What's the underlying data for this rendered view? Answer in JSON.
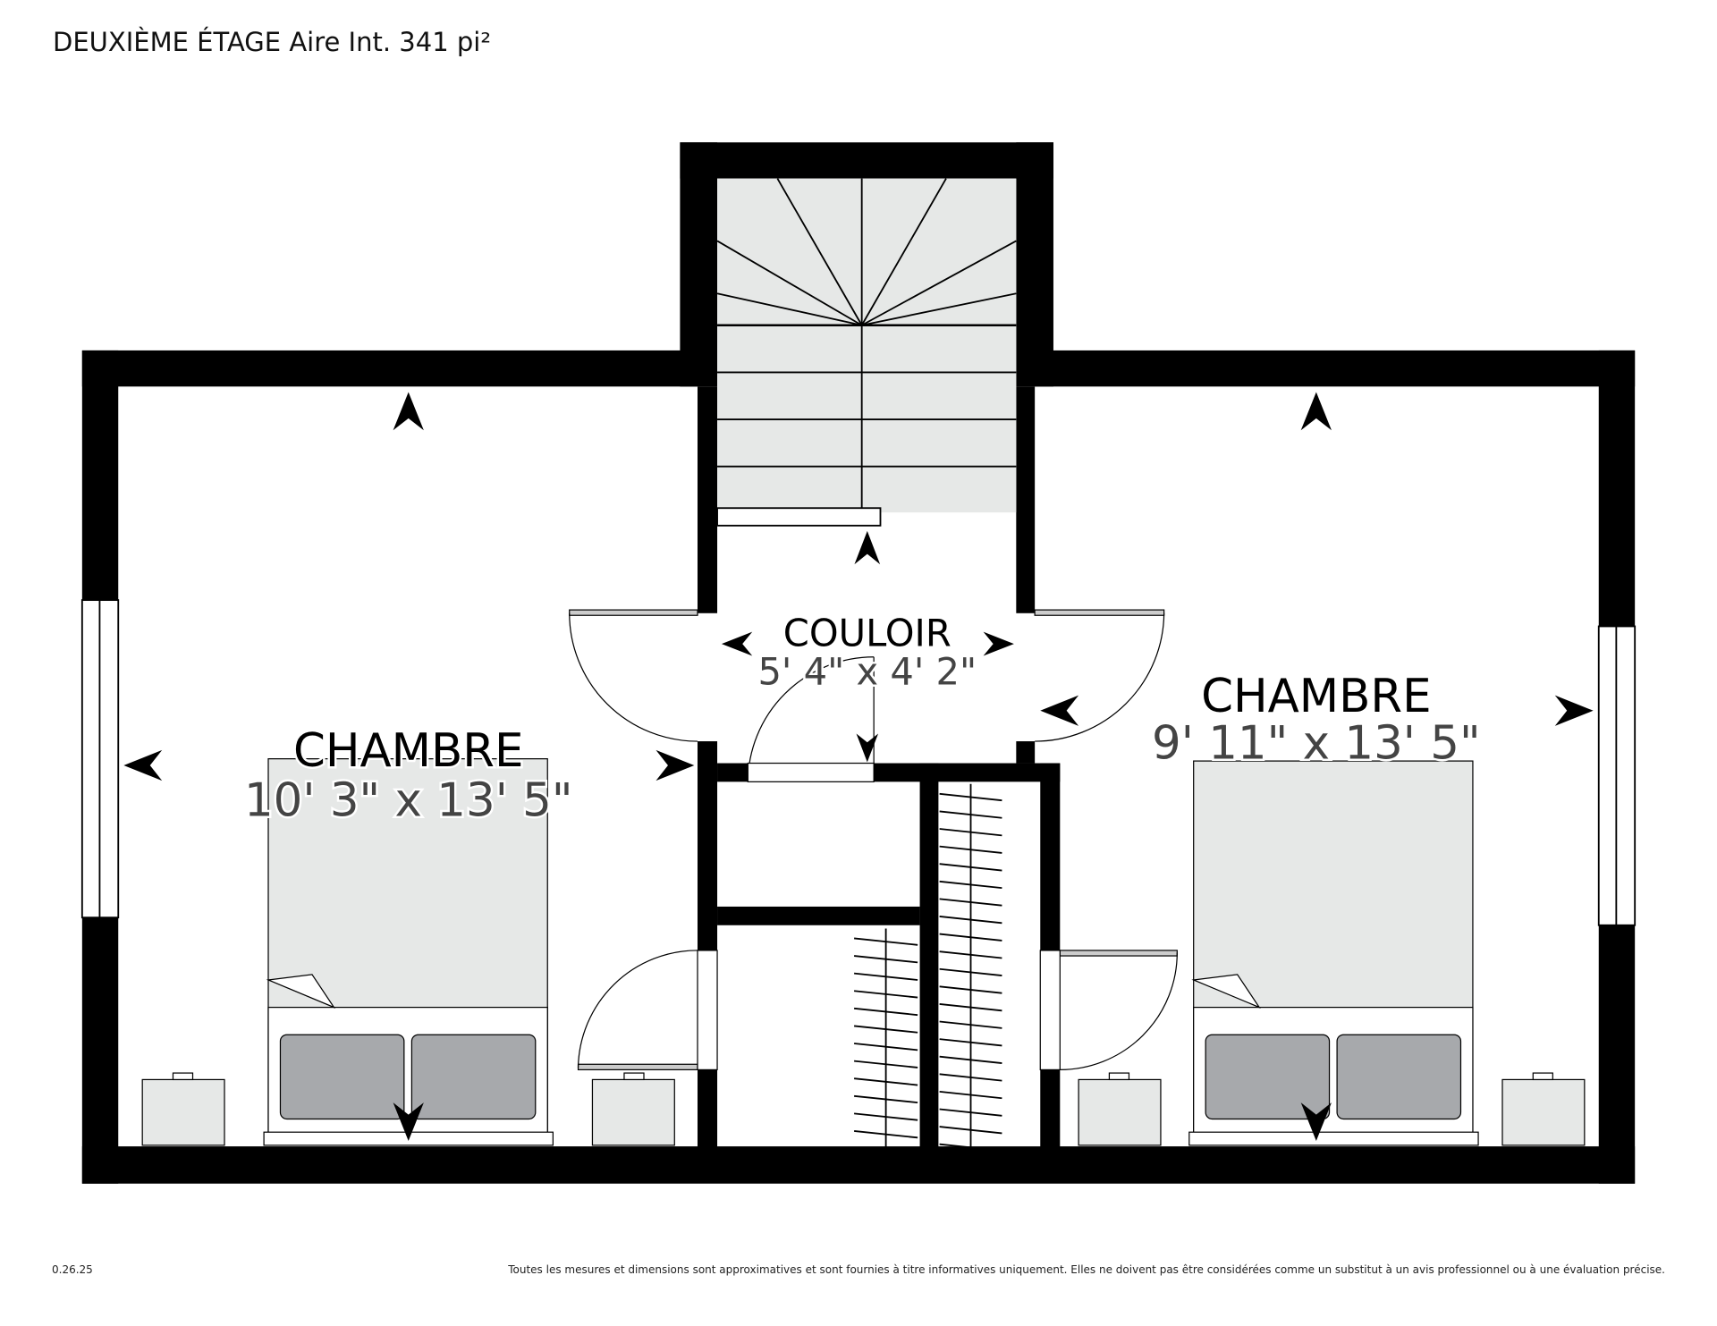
{
  "header": {
    "title": "DEUXIÈME ÉTAGE Aire Int. 341 pi²"
  },
  "rooms": [
    {
      "name": "CHAMBRE",
      "dims": "10' 3\" x 13' 5\""
    },
    {
      "name": "COULOIR",
      "dims": "5' 4\" x 4' 2\""
    },
    {
      "name": "CHAMBRE",
      "dims": "9' 11\" x 13' 5\""
    }
  ],
  "footer": {
    "version": "0.26.25",
    "disclaimer": "Toutes les mesures et dimensions sont approximatives et sont fournies à titre informatives uniquement. Elles ne doivent pas être considérées comme un substitut à un avis professionnel ou à une évaluation précise."
  },
  "colors": {
    "wall": "#000000",
    "furniture": "#e6e8e7",
    "pillow": "#a7a9ac",
    "dims_text": "#444444"
  }
}
